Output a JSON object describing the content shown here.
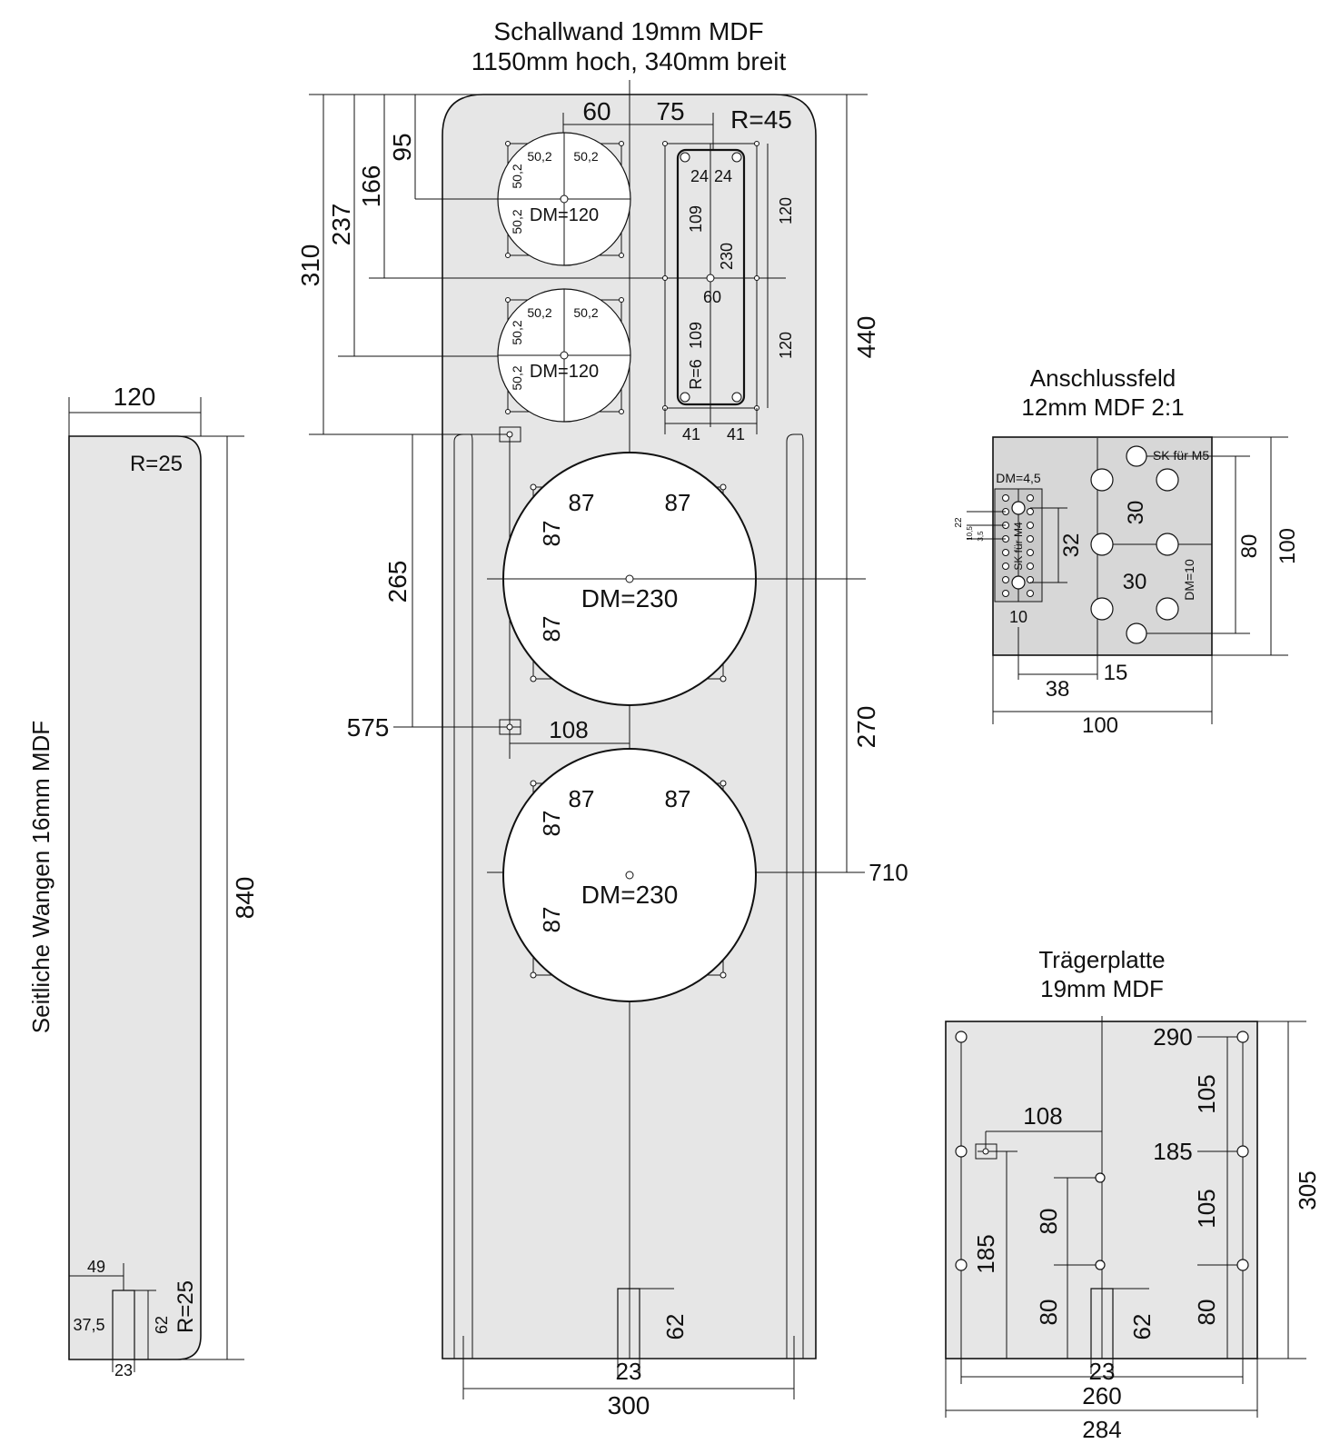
{
  "schallwand": {
    "title": "Schallwand 19mm MDF",
    "subtitle": "1150mm hoch, 340mm breit",
    "dims": {
      "d60": "60",
      "d75": "75",
      "r45": "R=45",
      "d95": "95",
      "d166": "166",
      "d237": "237",
      "d310": "310",
      "d440": "440",
      "d270": "270",
      "d710": "710",
      "d265": "265",
      "d575": "575",
      "d108": "108",
      "d23": "23",
      "d300": "300",
      "d62": "62"
    },
    "tweeter": {
      "d502": "50,2",
      "dm": "DM=120"
    },
    "slot": {
      "d24": "24",
      "d109": "109",
      "d120": "120",
      "d230": "230",
      "d60": "60",
      "r6": "R=6",
      "d41": "41"
    },
    "woofer": {
      "d87": "87",
      "dm": "DM=230"
    }
  },
  "wangen": {
    "title": "Seitliche Wangen 16mm MDF",
    "d120": "120",
    "r25": "R=25",
    "d840": "840",
    "d49": "49",
    "d375": "37,5",
    "d62": "62",
    "d23": "23"
  },
  "anschluss": {
    "title": "Anschlussfeld",
    "subtitle": "12mm MDF 2:1",
    "sk_m5": "SK für M5",
    "dm45": "DM=4,5",
    "sk_m4": "SK für M4",
    "d22": "22",
    "d105": "10,5",
    "d35": "3,5",
    "d32": "32",
    "d30": "30",
    "dm10": "DM=10",
    "d10": "10",
    "d80": "80",
    "d100": "100",
    "d38": "38",
    "d15": "15"
  },
  "traeger": {
    "title": "Trägerplatte",
    "subtitle": "19mm MDF",
    "d290": "290",
    "d185": "185",
    "d105": "105",
    "d108": "108",
    "d80": "80",
    "d305": "305",
    "d62": "62",
    "d23": "23",
    "d260": "260",
    "d284": "284"
  }
}
